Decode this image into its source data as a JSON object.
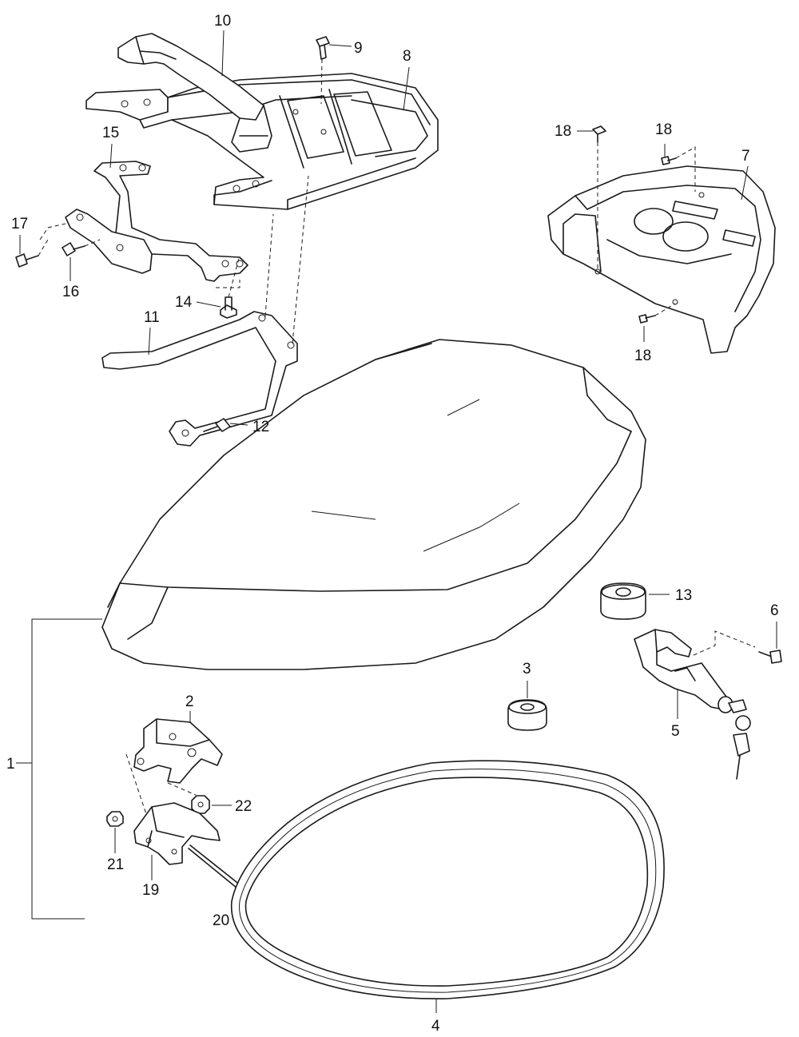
{
  "callouts": {
    "c1": "1",
    "c2": "2",
    "c3": "3",
    "c4": "4",
    "c5": "5",
    "c6": "6",
    "c7": "7",
    "c8": "8",
    "c9": "9",
    "c10": "10",
    "c11": "11",
    "c12": "12",
    "c13": "13",
    "c14": "14",
    "c15": "15",
    "c16": "16",
    "c17": "17",
    "c18a": "18",
    "c18b": "18",
    "c18c": "18",
    "c19": "19",
    "c20": "20",
    "c21": "21",
    "c22": "22"
  }
}
